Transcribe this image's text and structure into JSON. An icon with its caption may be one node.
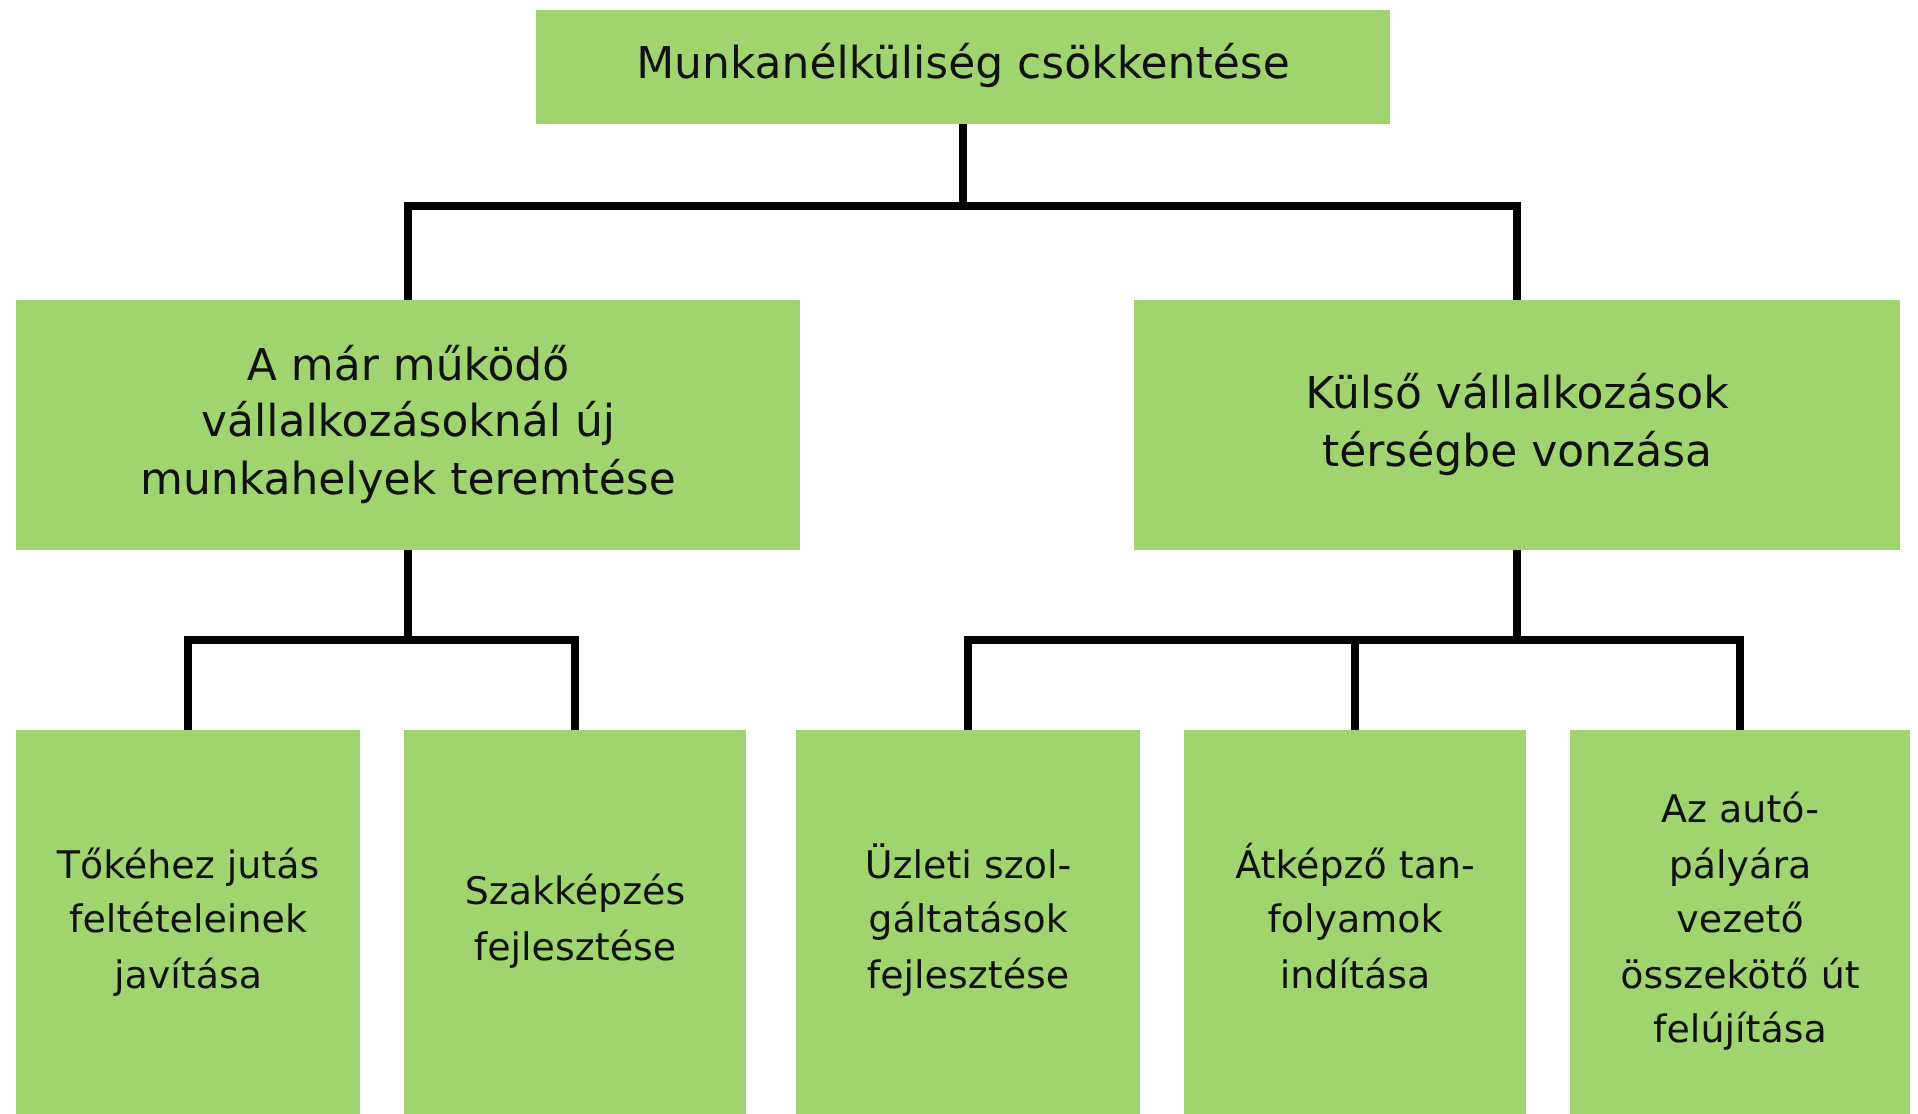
{
  "diagram": {
    "nodes": [
      {
        "text": [
          "Munkanélküliség csökkentése"
        ]
      },
      {
        "text": [
          "A már működő vállalkozásoknál új munkahelyek teremtése"
        ]
      },
      {
        "text": [
          "Külső vállalkozások térségbe vonzása"
        ]
      },
      {
        "text": [
          "Tőkéhez jutás feltételeinek javítása"
        ]
      },
      {
        "text": [
          "Szakképzés fejlesztése"
        ]
      },
      {
        "text": [
          "Üzleti szol- gáltatások fejlesztése"
        ]
      },
      {
        "text": [
          "Átképző tan- folyamok indítása"
        ]
      },
      {
        "text": [
          "Az autó- pályára vezető összekötő út felújítása"
        ]
      }
    ],
    "edges": [
      {
        "from": 0,
        "to": 1,
        "arrow": "none"
      },
      {
        "from": 0,
        "to": 2,
        "arrow": "none"
      },
      {
        "from": 1,
        "to": 3,
        "arrow": "none"
      },
      {
        "from": 1,
        "to": 4,
        "arrow": "none"
      },
      {
        "from": 2,
        "to": 5,
        "arrow": "none"
      },
      {
        "from": 2,
        "to": 6,
        "arrow": "none"
      },
      {
        "from": 2,
        "to": 7,
        "arrow": "none"
      }
    ]
  }
}
